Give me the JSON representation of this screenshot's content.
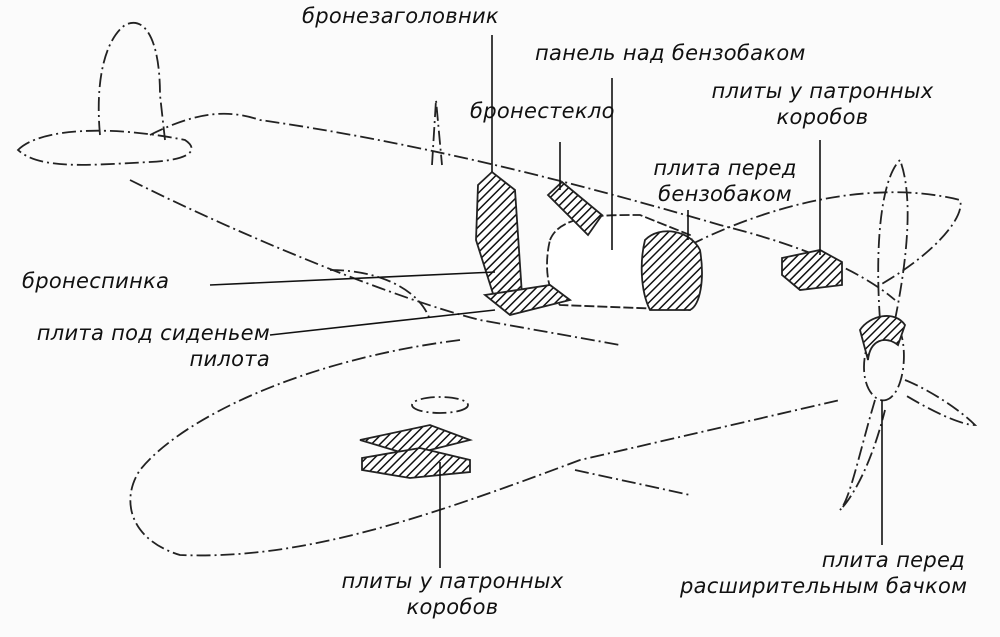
{
  "labels": {
    "head_armor": "бронезаголовник",
    "tank_panel": "панель над бензобаком",
    "armored_glass": "бронестекло",
    "ammo_plates_top": [
      "плиты у патронных",
      "коробов"
    ],
    "tank_front_plate": [
      "плита перед",
      "бензобаком"
    ],
    "back_armor": "бронеспинка",
    "seat_plate": [
      "плита под сиденьем",
      "пилота"
    ],
    "ammo_plates_bottom": [
      "плиты у патронных",
      "коробов"
    ],
    "expansion_tank_plate": [
      "плита перед",
      "расширительным бачком"
    ]
  }
}
